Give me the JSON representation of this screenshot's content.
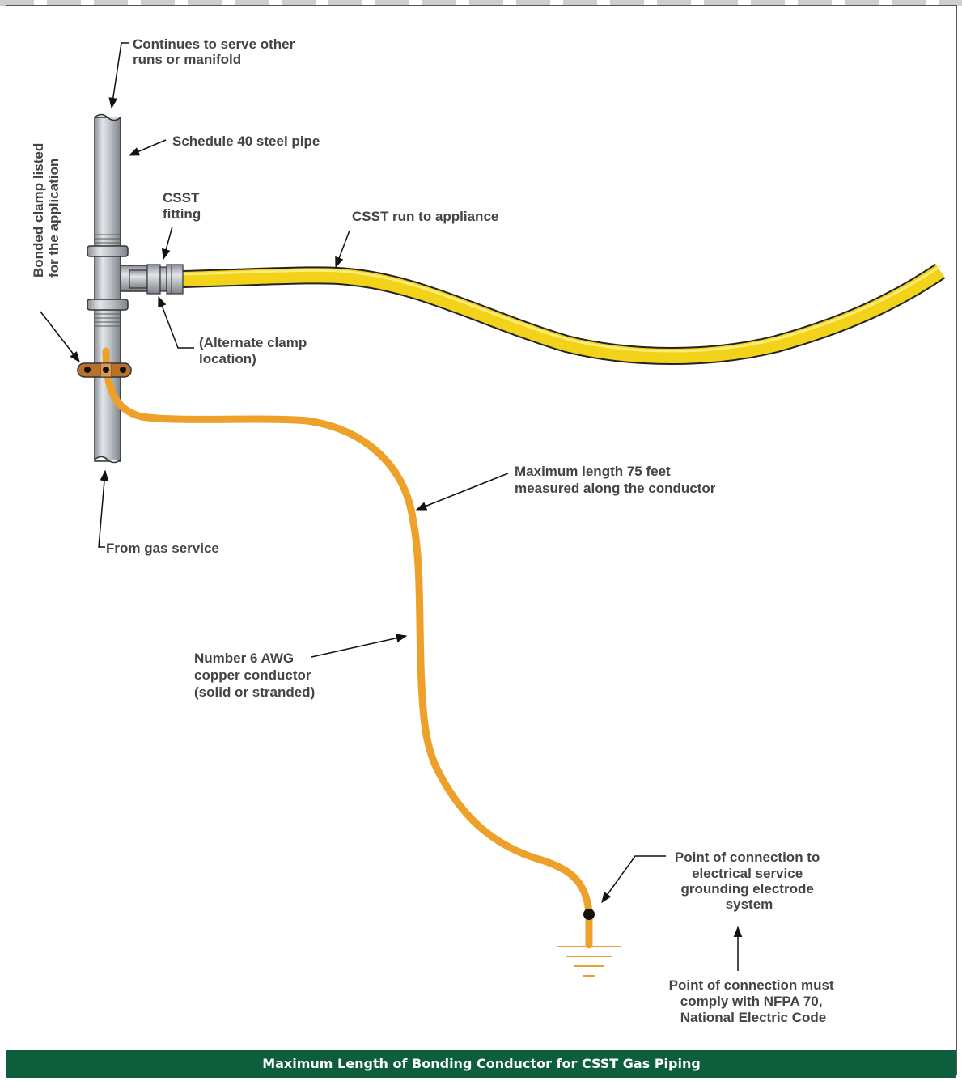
{
  "labels": {
    "continues": [
      "Continues to serve other",
      "runs or manifold"
    ],
    "steel_pipe": "Schedule 40 steel pipe",
    "bonded_clamp": [
      "Bonded clamp listed",
      "for the application"
    ],
    "csst_fitting": [
      "CSST",
      "fitting"
    ],
    "csst_run": "CSST run to appliance",
    "alternate_clamp": [
      "(Alternate clamp",
      "location)"
    ],
    "from_gas": "From gas service",
    "max_length": [
      "Maximum length 75 feet",
      "measured along the conductor"
    ],
    "conductor": [
      "Number 6 AWG",
      "copper conductor",
      "(solid or stranded)"
    ],
    "point_connection": [
      "Point of connection to",
      "electrical service",
      "grounding electrode",
      "system"
    ],
    "point_must": [
      "Point of connection must",
      "comply with NFPA 70,",
      "National Electric Code"
    ]
  },
  "footer": {
    "title": "Maximum Length of Bonding Conductor for CSST Gas Piping"
  },
  "colors": {
    "csst": "#f2d31a",
    "conductor": "#eda12a",
    "pipe": "#b8bec6",
    "footer": "#0d5e3d"
  }
}
